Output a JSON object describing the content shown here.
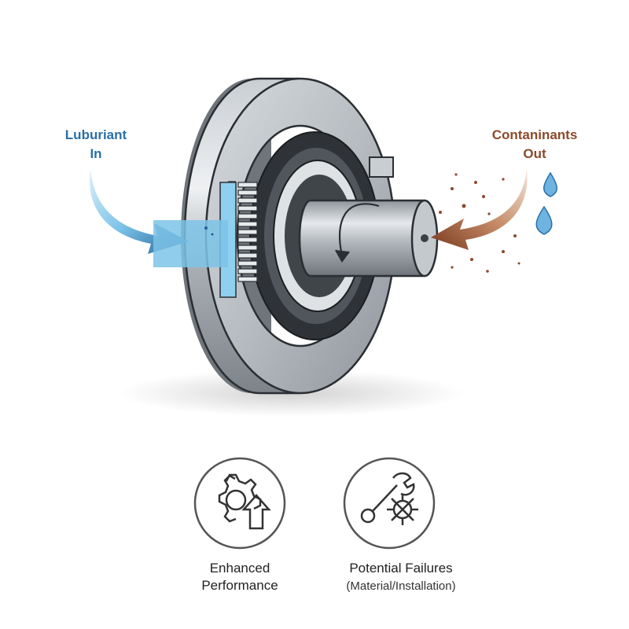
{
  "labels": {
    "lubricant_in": [
      "Luburiant",
      "In"
    ],
    "contaminants_out": [
      "Contaninants",
      "Out"
    ]
  },
  "features": [
    {
      "title_lines": [
        "Enhanced",
        "Performance"
      ],
      "icon": "gear-up-arrow-icon"
    },
    {
      "title": "Potential Failures",
      "subtitle": "(Material/Installation)",
      "icon": "wrench-broken-gear-icon"
    }
  ],
  "colors": {
    "lubricant": "#2a6fa8",
    "lubricant_light": "#7cc3e8",
    "contaminant": "#8b4a2b",
    "metal": "#9ba1a8",
    "seal": "#3f4448",
    "water": "#4a9bd0"
  }
}
